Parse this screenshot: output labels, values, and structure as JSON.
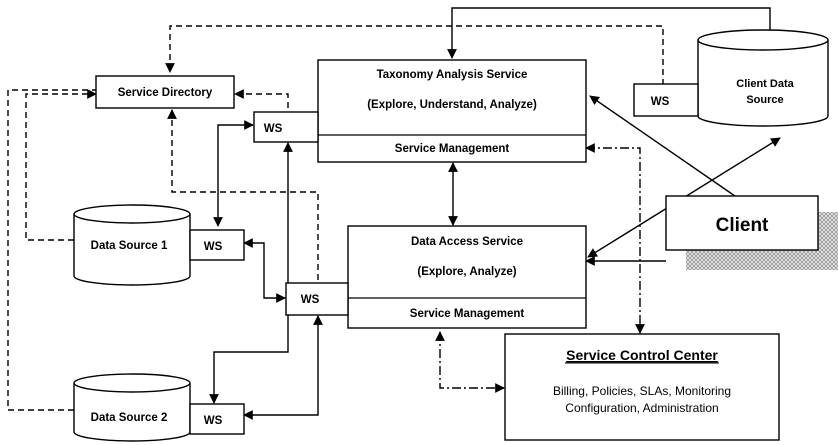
{
  "taxonomy_service": {
    "title": "Taxonomy Analysis Service",
    "subtitle": "(Explore, Understand, Analyze)",
    "management": "Service Management"
  },
  "data_access_service": {
    "title": "Data Access Service",
    "subtitle": "(Explore, Analyze)",
    "management": "Service Management"
  },
  "service_directory": {
    "label": "Service Directory"
  },
  "client": {
    "label": "Client"
  },
  "client_data_source": {
    "line1": "Client Data",
    "line2": "Source"
  },
  "data_source_1": {
    "label": "Data Source 1"
  },
  "data_source_2": {
    "label": "Data Source 2"
  },
  "ws_label": "WS",
  "control_center": {
    "title": "Service Control Center",
    "line1": "Billing, Policies, SLAs, Monitoring",
    "line2": "Configuration, Administration"
  }
}
